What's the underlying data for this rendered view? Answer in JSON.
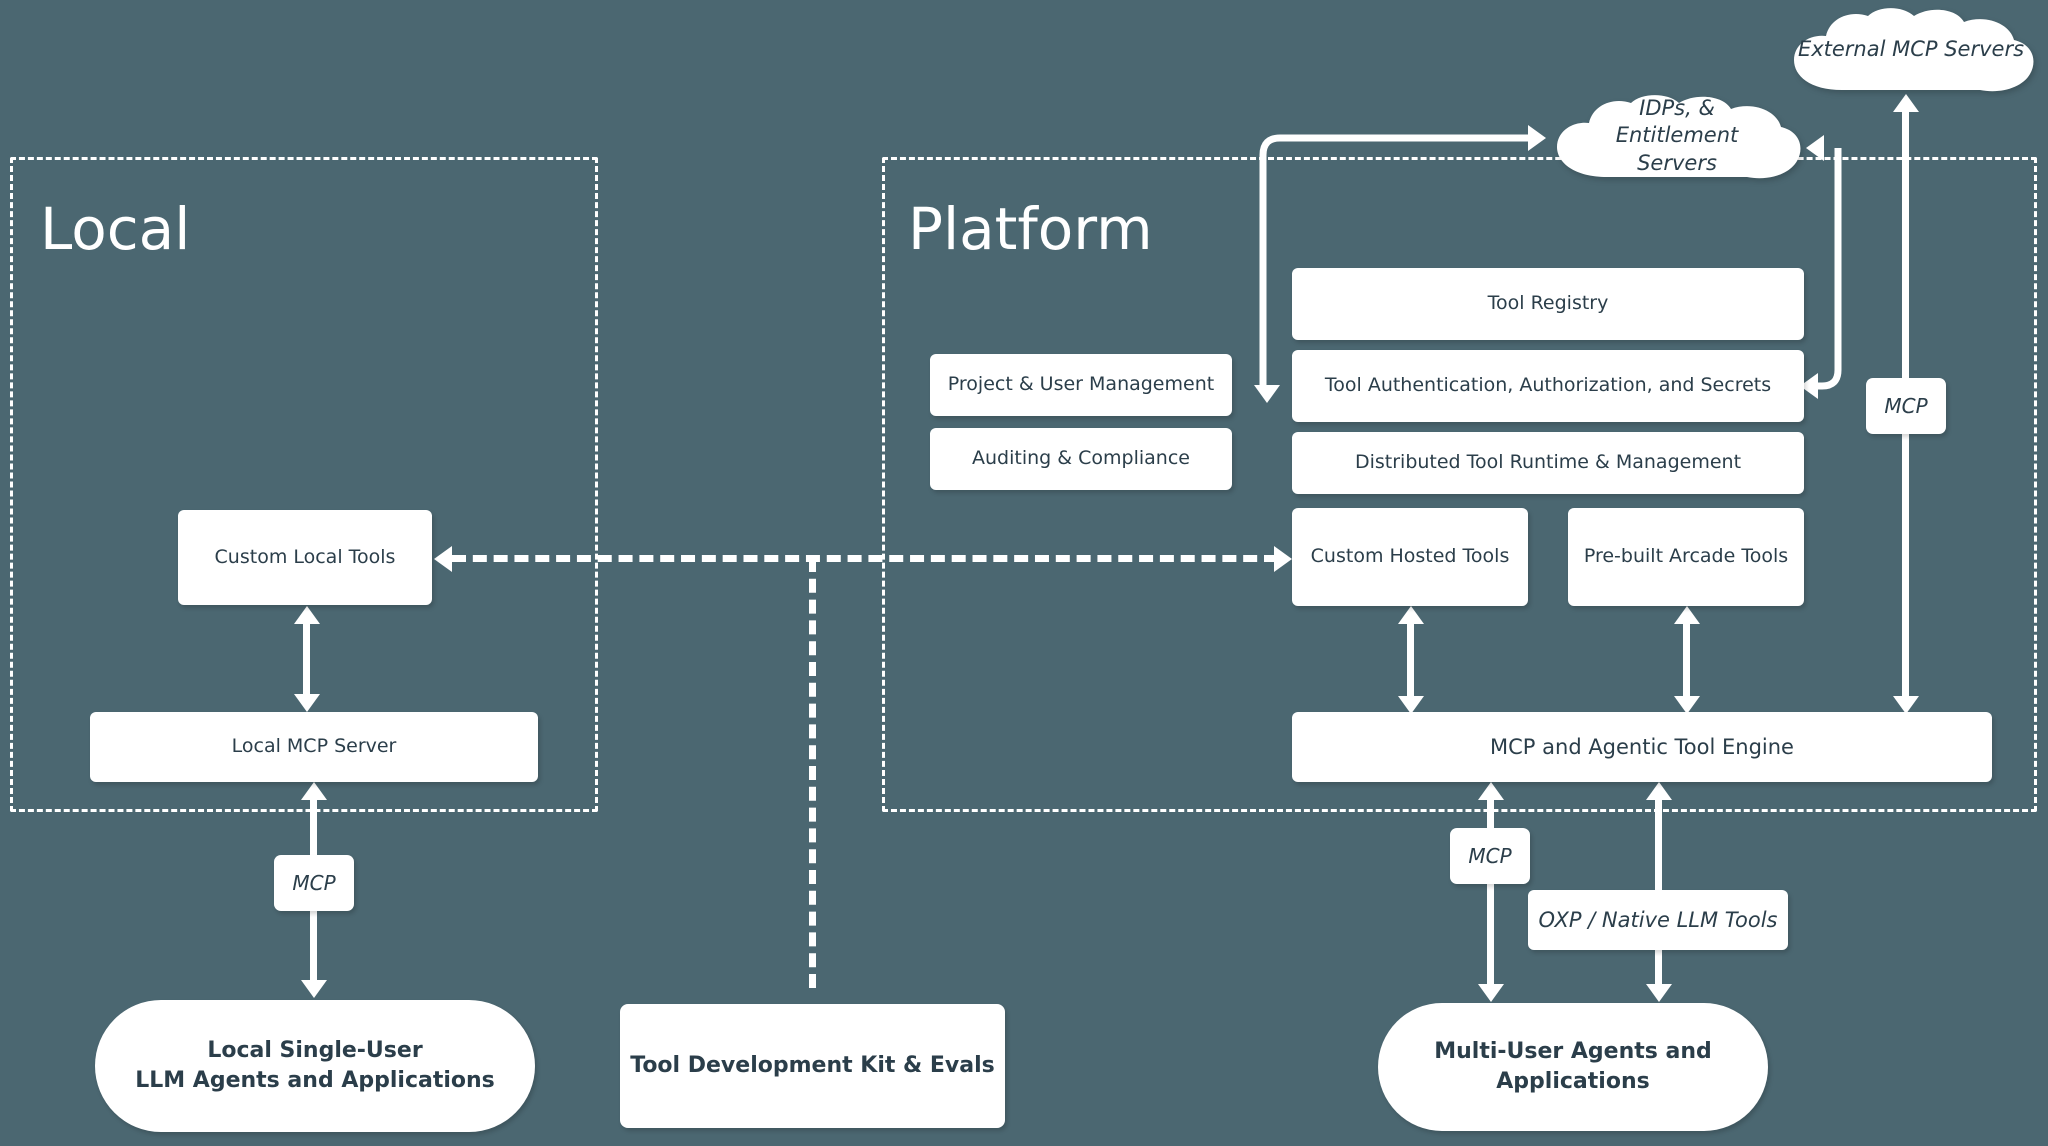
{
  "canvas": {
    "background": "#4b6771",
    "node_fill": "#ffffff",
    "text_color": "#2b3e4a",
    "stroke": "#ffffff"
  },
  "zones": {
    "local": {
      "title": "Local"
    },
    "platform": {
      "title": "Platform"
    }
  },
  "clouds": {
    "external_mcp": {
      "label": "External MCP Servers"
    },
    "idps": {
      "label": "IDPs, & Entitlement Servers"
    }
  },
  "local_nodes": {
    "custom_local_tools": "Custom Local Tools",
    "local_mcp_server": "Local MCP Server",
    "local_agents": "Local Single-User\nLLM Agents and Applications",
    "local_agents_line1": "Local Single-User",
    "local_agents_line2": "LLM Agents and Applications"
  },
  "platform_nodes": {
    "project_user_management": "Project & User Management",
    "auditing_compliance": "Auditing & Compliance",
    "tool_registry": "Tool Registry",
    "tool_auth": "Tool Authentication, Authorization, and Secrets",
    "distributed_runtime": "Distributed Tool Runtime & Management",
    "custom_hosted_tools": "Custom Hosted Tools",
    "prebuilt_arcade_tools": "Pre-built Arcade Tools",
    "mcp_agentic_engine": "MCP and Agentic Tool Engine",
    "multi_user_agents_line1": "Multi-User Agents and",
    "multi_user_agents_line2": "Applications"
  },
  "shared_nodes": {
    "tool_dev_kit": "Tool Development Kit & Evals",
    "oxp_native_llm_tools": "OXP / Native LLM Tools"
  },
  "edge_labels": {
    "mcp_local": "MCP",
    "mcp_platform_agents": "MCP",
    "mcp_external": "MCP"
  }
}
